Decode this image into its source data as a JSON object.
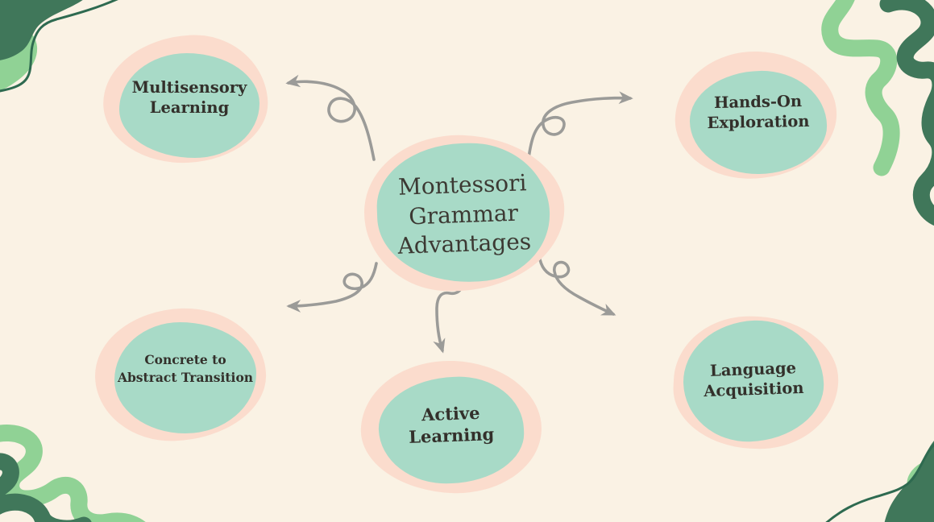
{
  "diagram": {
    "type": "mind-map",
    "central_topic": "Montessori\nGrammar\nAdvantages",
    "central_topic_plain": "Montessori Grammar Advantages"
  },
  "nodes": [
    {
      "id": "multisensory-learning",
      "label": "Multisensory\nLearning",
      "plain": "Multisensory Learning",
      "position": "top-left"
    },
    {
      "id": "hands-on-exploration",
      "label": "Hands-On\nExploration",
      "plain": "Hands-On Exploration",
      "position": "top-right"
    },
    {
      "id": "concrete-to-abstract-transition",
      "label": "Concrete to\nAbstract Transition",
      "plain": "Concrete to Abstract Transition",
      "position": "bottom-left"
    },
    {
      "id": "active-learning",
      "label": "Active Learning",
      "plain": "Active Learning",
      "position": "bottom-center"
    },
    {
      "id": "language-acquisition",
      "label": "Language\nAcquisition",
      "plain": "Language Acquisition",
      "position": "bottom-right"
    }
  ],
  "connectors": [
    {
      "from": "center",
      "to": "multisensory-learning",
      "style": "curly-loop-arrow",
      "direction": "up-left"
    },
    {
      "from": "center",
      "to": "hands-on-exploration",
      "style": "curly-loop-arrow",
      "direction": "up-right"
    },
    {
      "from": "center",
      "to": "concrete-to-abstract-transition",
      "style": "curly-loop-arrow",
      "direction": "down-left"
    },
    {
      "from": "center",
      "to": "active-learning",
      "style": "curly-loop-arrow",
      "direction": "down"
    },
    {
      "from": "center",
      "to": "language-acquisition",
      "style": "curly-loop-arrow",
      "direction": "down-right"
    }
  ],
  "palette": {
    "background": "#FAF2E4",
    "blob_fill": "#A8DAC7",
    "blob_halo": "#FBDCCD",
    "arrow_gray": "#9B9B98",
    "dark_green": "#40775A",
    "light_green": "#90D295",
    "line_green": "#2E6A50",
    "title_text": "#3C3933",
    "label_text": "#33302B"
  },
  "decorations": {
    "top_left": "dark and light green corner waves with thin wavy line",
    "top_right": "green squiggle ribbons",
    "bottom_left": "green squiggle ribbons",
    "bottom_right": "dark and light green corner waves with thin wavy line"
  }
}
